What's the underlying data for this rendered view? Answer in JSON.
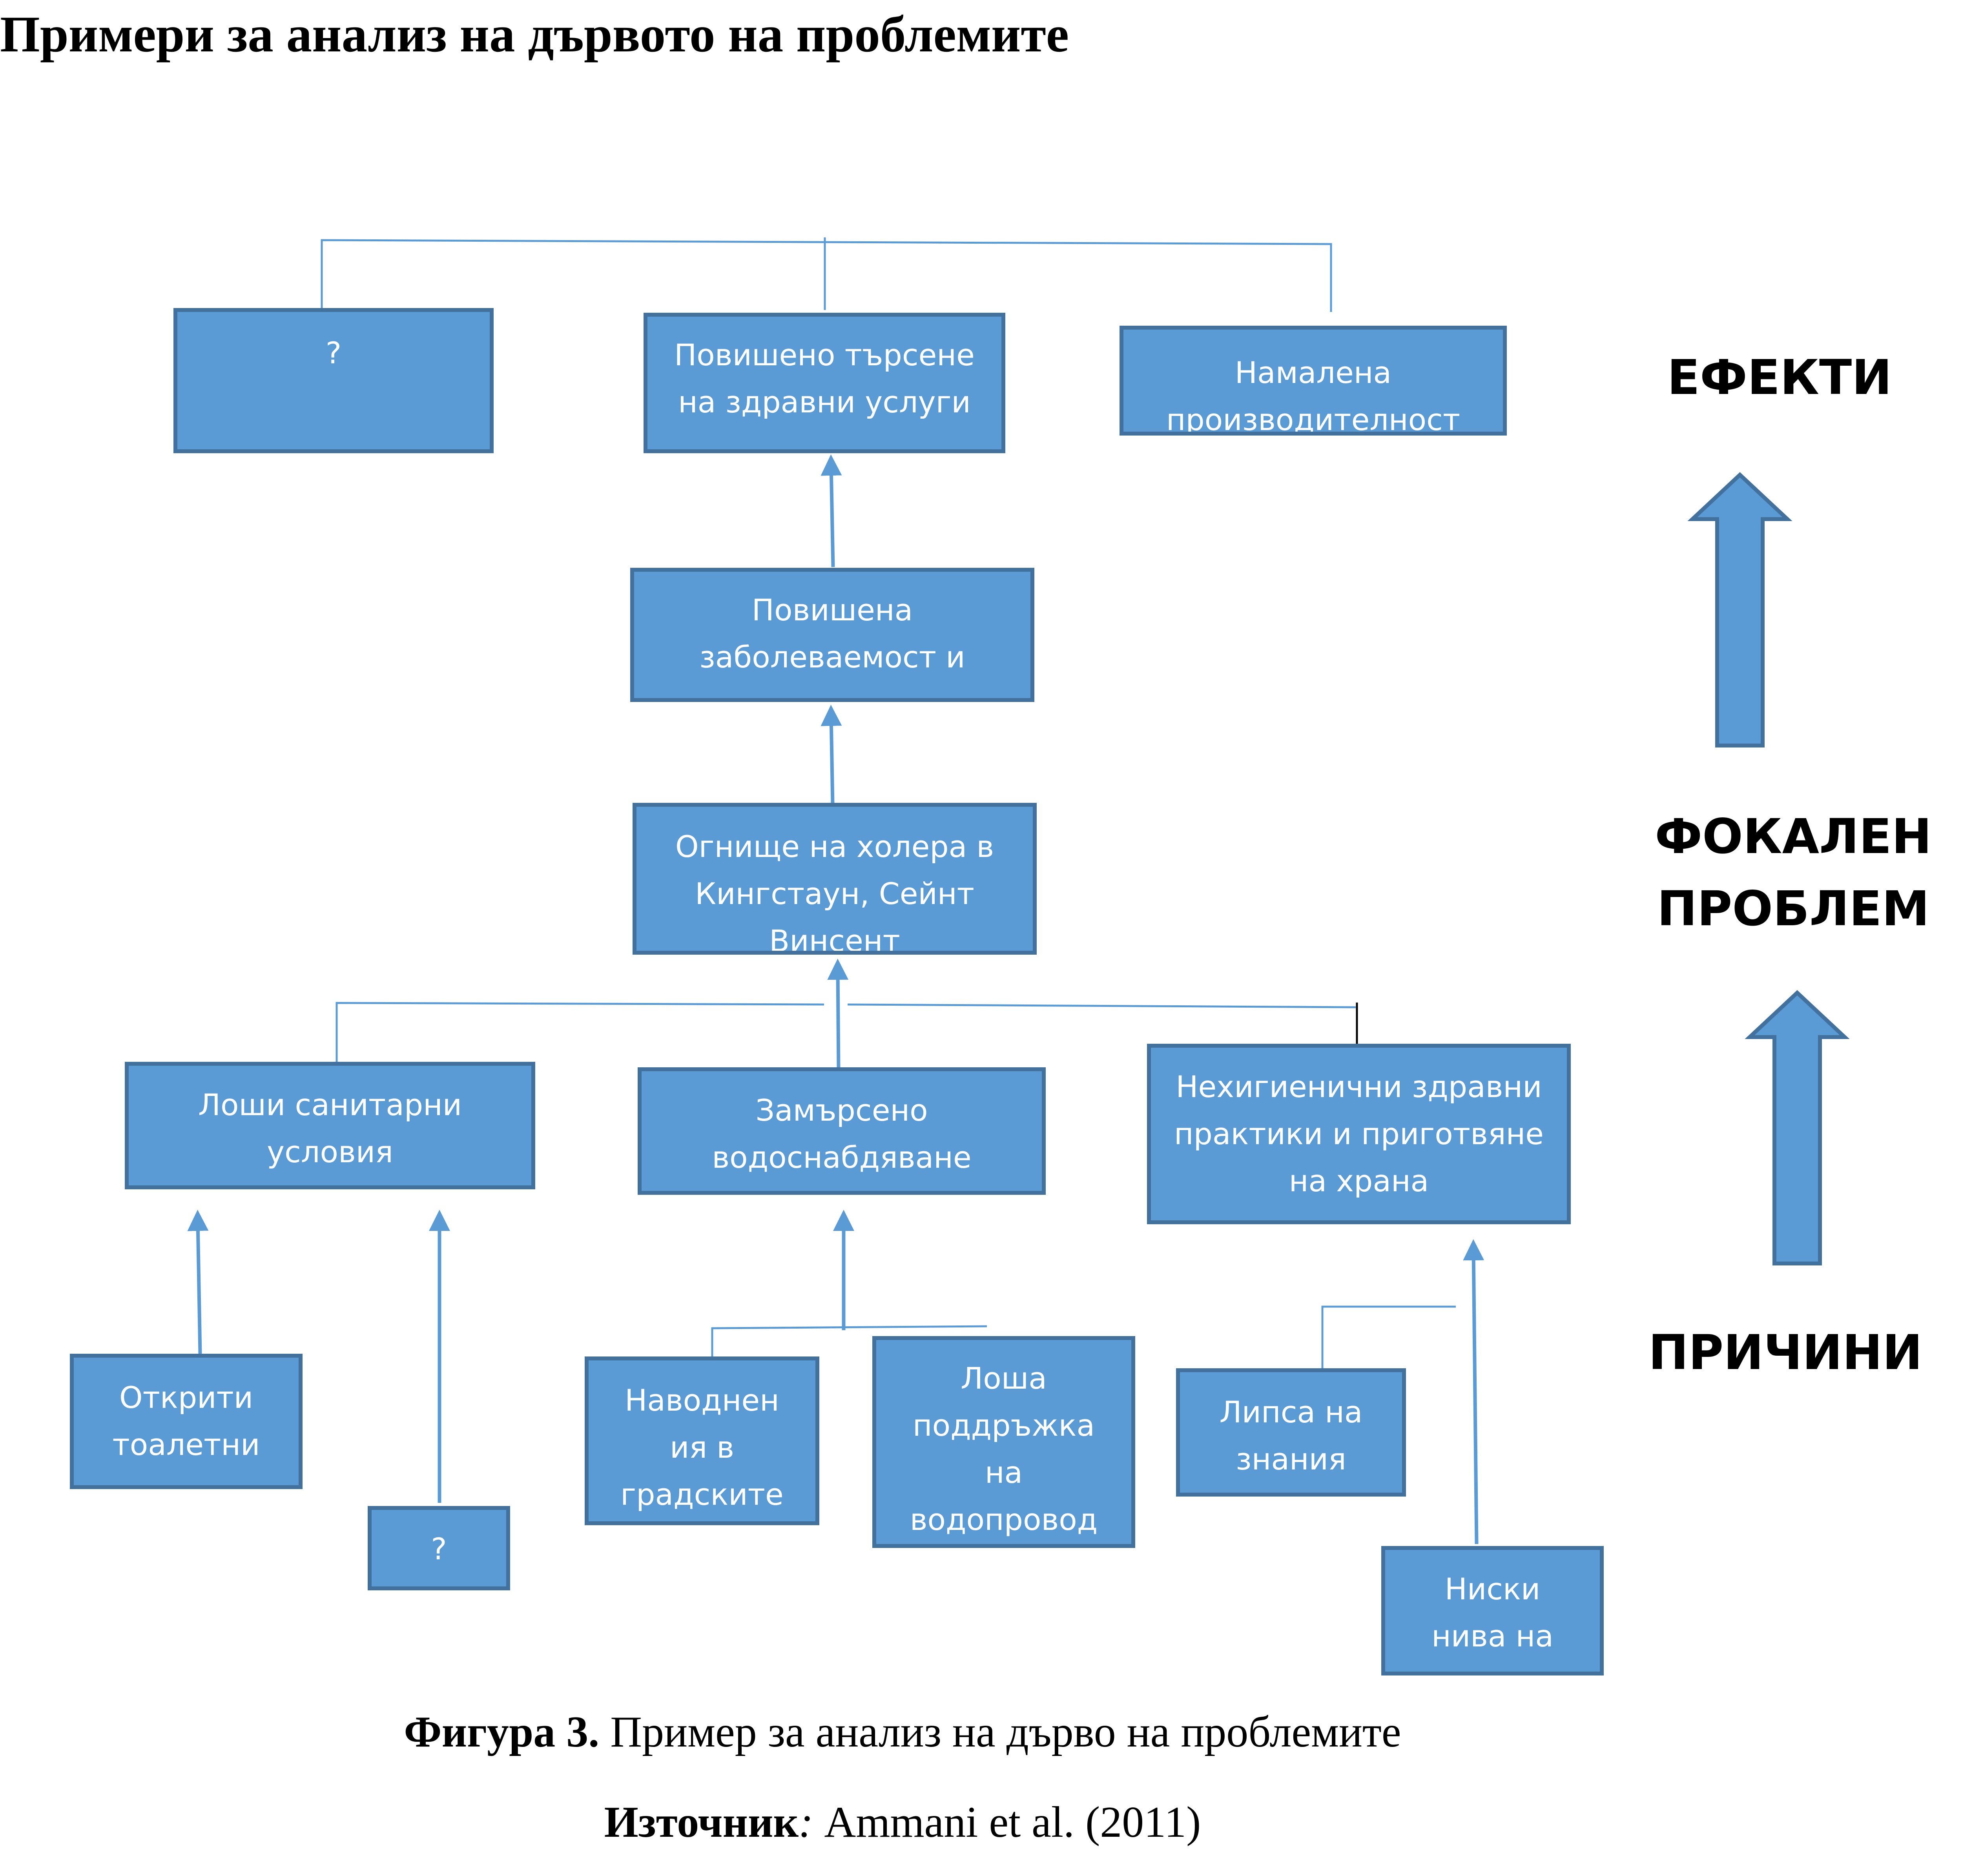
{
  "page": {
    "title": "Примери за анализ на дървото на проблемите"
  },
  "colors": {
    "box_fill": "#5b9bd5",
    "box_border": "#41719c",
    "box_text": "#ffffff",
    "connector": "#5b9bd5",
    "marker_line": "#000000"
  },
  "tree": {
    "effects": {
      "unknown": "?",
      "health_services_demand": "Повишено търсене\nна здравни услуги",
      "reduced_productivity": "Намалена\nпроизводителност"
    },
    "morbidity": "Повишена\nзаболеваемост и",
    "focal_problem": "Огнище на холера в\nКингстаун, Сейнт\nВинсент",
    "main_causes": {
      "poor_sanitation": "Лоши санитарни\nусловия",
      "contaminated_water": "Замърсено\nводоснабдяване",
      "unhygienic_practices": "Нехигиенични здравни\nпрактики и приготвяне\nна храна"
    },
    "root_causes": {
      "open_toilets": "Открити\nтоалетни",
      "unknown": "?",
      "urban_floods": "Наводнен\nия в\nградските",
      "poor_pipeline_maintenance": "Лоша\nподдръжка\nна\nводопровод",
      "lack_of_knowledge": "Липса на\nзнания",
      "low_levels": "Ниски\nнива на"
    }
  },
  "levels": {
    "effects": "ЕФЕКТИ",
    "focal_problem": "ФОКАЛЕН\nПРОБЛЕМ",
    "causes": "ПРИЧИНИ"
  },
  "caption": {
    "figure_label": "Фигура 3.",
    "figure_text": " Пример за анализ на дърво на проблемите",
    "source_label": "Източник",
    "source_colon": ":",
    "source_text": " Ammani et al. (2011)"
  }
}
